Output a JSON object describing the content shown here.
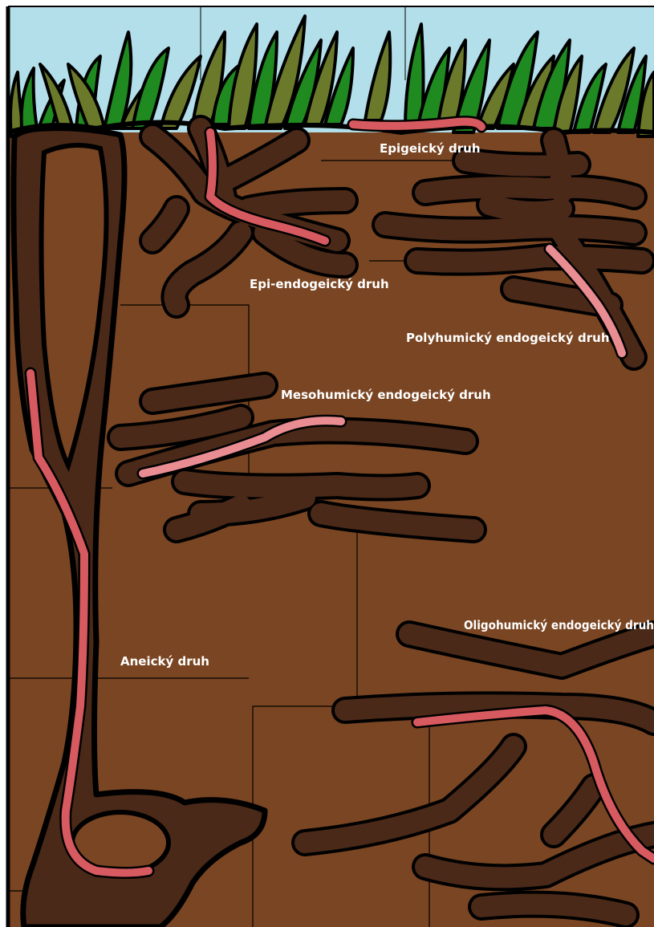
{
  "labels": {
    "epigeic": "Epigeický druh",
    "epi_endogeic": "Epi-endogeický druh",
    "polyhumic": "Polyhumický endogeický druh",
    "mesohumic": "Mesohumický endogeický druh",
    "oligohumic": "Oligohumický endogeický druh",
    "anecic": "Aneický druh"
  },
  "colors": {
    "sky": "#b2dfe9",
    "soil": "#7a4522",
    "tunnel": "#4a2918",
    "worm_dark": "#d65a5f",
    "worm_pink": "#e98d92",
    "grass_dark": "#1f8a1f",
    "grass_olive": "#6b7a2a"
  },
  "icons": [
    "grass",
    "earthworm",
    "burrow"
  ]
}
